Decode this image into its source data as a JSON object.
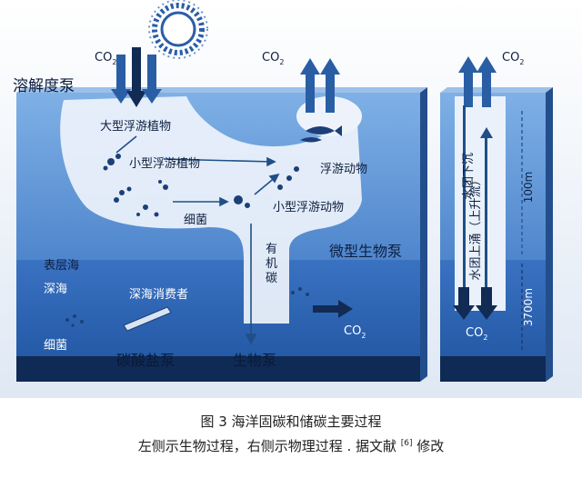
{
  "diagram": {
    "labels": {
      "co2_top_left": "CO",
      "co2_top_mid": "CO",
      "co2_top_right": "CO",
      "co2_bottom_mid": "CO",
      "co2_bottom_right": "CO",
      "co2_sub": "2",
      "solubility_pump": "溶解度泵",
      "large_phytoplankton": "大型浮游植物",
      "small_phytoplankton": "小型浮游植物",
      "zooplankton": "浮游动物",
      "bacteria_upper": "细菌",
      "small_zooplankton": "小型浮游动物",
      "organic_carbon": [
        "有",
        "机",
        "碳"
      ],
      "microbial_pump": "微型生物泵",
      "surface_ocean": "表层海",
      "deep_ocean": "深海",
      "deep_consumers": "深海消费者",
      "bacteria_lower": "细菌",
      "carbonate_pump": "碳酸盐泵",
      "biological_pump": "生物泵",
      "downwelling": "水团下沉",
      "upwelling": "水团上涌（上升流）",
      "depth_100": "100m",
      "depth_3700": "3700m"
    },
    "colors": {
      "sky": "#ffffff",
      "surface_water": "#5b8fd4",
      "deep_water": "#2f66b8",
      "seabed": "#0f2a55",
      "arrow": "#1f4f88",
      "cloud": "#e9f0fa"
    }
  },
  "caption": {
    "title": "图 3  海洋固碳和储碳主要过程",
    "subtitle_before": "左侧示生物过程，右侧示物理过程 . 据文献 ",
    "subtitle_ref": "[6]",
    "subtitle_after": " 修改"
  }
}
